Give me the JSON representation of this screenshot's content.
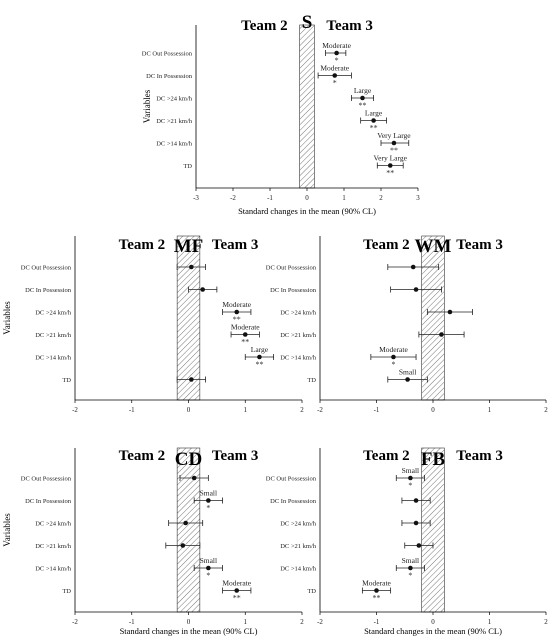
{
  "chart_data": [
    {
      "type": "forest",
      "panel_label": "S",
      "left_team": "Team 2",
      "right_team": "Team 3",
      "ylabel": "Variables",
      "xlabel": "Standard changes in the mean (90% CL)",
      "xlim": [
        -3,
        3
      ],
      "xticks": [
        -3,
        -2,
        -1,
        0,
        1,
        2,
        3
      ],
      "trivial_band": [
        -0.2,
        0.2
      ],
      "rows": [
        {
          "label": "DC Out Possession",
          "mean": 0.8,
          "lo": 0.5,
          "hi": 1.05,
          "effect": "Moderate",
          "sig": "*"
        },
        {
          "label": "DC In Possession",
          "mean": 0.75,
          "lo": 0.3,
          "hi": 1.2,
          "effect": "Moderate",
          "sig": "*"
        },
        {
          "label": "DC >24 km/h",
          "mean": 1.5,
          "lo": 1.2,
          "hi": 1.8,
          "effect": "Large",
          "sig": "**"
        },
        {
          "label": "DC >21 km/h",
          "mean": 1.8,
          "lo": 1.45,
          "hi": 2.15,
          "effect": "Large",
          "sig": "**"
        },
        {
          "label": "DC >14 km/h",
          "mean": 2.35,
          "lo": 2.0,
          "hi": 2.75,
          "effect": "Very Large",
          "sig": "**"
        },
        {
          "label": "TD",
          "mean": 2.25,
          "lo": 1.9,
          "hi": 2.6,
          "effect": "Very Large",
          "sig": "**"
        }
      ]
    },
    {
      "type": "forest",
      "panel_label": "MF",
      "left_team": "Team 2",
      "right_team": "Team 3",
      "ylabel": "Variables",
      "xlabel": "",
      "xlim": [
        -2,
        2
      ],
      "xticks": [
        -2,
        -1,
        0,
        1,
        2
      ],
      "trivial_band": [
        -0.2,
        0.2
      ],
      "rows": [
        {
          "label": "DC Out Possession",
          "mean": 0.05,
          "lo": -0.2,
          "hi": 0.3,
          "effect": "",
          "sig": ""
        },
        {
          "label": "DC In Possession",
          "mean": 0.25,
          "lo": 0.0,
          "hi": 0.5,
          "effect": "",
          "sig": ""
        },
        {
          "label": "DC >24 km/h",
          "mean": 0.85,
          "lo": 0.6,
          "hi": 1.1,
          "effect": "Moderate",
          "sig": "**"
        },
        {
          "label": "DC >21 km/h",
          "mean": 1.0,
          "lo": 0.75,
          "hi": 1.25,
          "effect": "Moderate",
          "sig": "**"
        },
        {
          "label": "DC >14 km/h",
          "mean": 1.25,
          "lo": 1.0,
          "hi": 1.5,
          "effect": "Large",
          "sig": "**"
        },
        {
          "label": "TD",
          "mean": 0.05,
          "lo": -0.2,
          "hi": 0.3,
          "effect": "",
          "sig": ""
        }
      ]
    },
    {
      "type": "forest",
      "panel_label": "WM",
      "left_team": "Team 2",
      "right_team": "Team 3",
      "ylabel": "",
      "xlabel": "",
      "xlim": [
        -2,
        2
      ],
      "xticks": [
        -2,
        -1,
        0,
        1,
        2
      ],
      "trivial_band": [
        -0.2,
        0.2
      ],
      "rows": [
        {
          "label": "DC Out Possession",
          "mean": -0.35,
          "lo": -0.8,
          "hi": 0.1,
          "effect": "",
          "sig": ""
        },
        {
          "label": "DC In Possession",
          "mean": -0.3,
          "lo": -0.75,
          "hi": 0.15,
          "effect": "",
          "sig": ""
        },
        {
          "label": "DC >24 km/h",
          "mean": 0.3,
          "lo": -0.1,
          "hi": 0.7,
          "effect": "",
          "sig": ""
        },
        {
          "label": "DC >21 km/h",
          "mean": 0.15,
          "lo": -0.25,
          "hi": 0.55,
          "effect": "",
          "sig": ""
        },
        {
          "label": "DC >14 km/h",
          "mean": -0.7,
          "lo": -1.1,
          "hi": -0.3,
          "effect": "Moderate",
          "sig": "*"
        },
        {
          "label": "TD",
          "mean": -0.45,
          "lo": -0.8,
          "hi": -0.1,
          "effect": "Small",
          "sig": ""
        }
      ]
    },
    {
      "type": "forest",
      "panel_label": "CD",
      "left_team": "Team 2",
      "right_team": "Team 3",
      "ylabel": "Variables",
      "xlabel": "Standard changes in the mean (90% CL)",
      "xlim": [
        -2,
        2
      ],
      "xticks": [
        -2,
        -1,
        0,
        1,
        2
      ],
      "trivial_band": [
        -0.2,
        0.2
      ],
      "rows": [
        {
          "label": "DC Out Possession",
          "mean": 0.1,
          "lo": -0.15,
          "hi": 0.35,
          "effect": "",
          "sig": ""
        },
        {
          "label": "DC In Possession",
          "mean": 0.35,
          "lo": 0.1,
          "hi": 0.6,
          "effect": "Small",
          "sig": "*"
        },
        {
          "label": "DC >24 km/h",
          "mean": -0.05,
          "lo": -0.35,
          "hi": 0.25,
          "effect": "",
          "sig": ""
        },
        {
          "label": "DC >21 km/h",
          "mean": -0.1,
          "lo": -0.4,
          "hi": 0.2,
          "effect": "",
          "sig": ""
        },
        {
          "label": "DC >14 km/h",
          "mean": 0.35,
          "lo": 0.1,
          "hi": 0.6,
          "effect": "Small",
          "sig": "*"
        },
        {
          "label": "TD",
          "mean": 0.85,
          "lo": 0.6,
          "hi": 1.1,
          "effect": "Moderate",
          "sig": "**"
        }
      ]
    },
    {
      "type": "forest",
      "panel_label": "FB",
      "left_team": "Team 2",
      "right_team": "Team 3",
      "ylabel": "",
      "xlabel": "Standard changes in the mean (90% CL)",
      "xlim": [
        -2,
        2
      ],
      "xticks": [
        -2,
        -1,
        0,
        1,
        2
      ],
      "trivial_band": [
        -0.2,
        0.2
      ],
      "rows": [
        {
          "label": "DC Out Possession",
          "mean": -0.4,
          "lo": -0.65,
          "hi": -0.15,
          "effect": "Small",
          "sig": "*"
        },
        {
          "label": "DC In Possession",
          "mean": -0.3,
          "lo": -0.55,
          "hi": -0.05,
          "effect": "",
          "sig": ""
        },
        {
          "label": "DC >24 km/h",
          "mean": -0.3,
          "lo": -0.55,
          "hi": -0.05,
          "effect": "",
          "sig": ""
        },
        {
          "label": "DC >21 km/h",
          "mean": -0.25,
          "lo": -0.5,
          "hi": 0.0,
          "effect": "",
          "sig": ""
        },
        {
          "label": "DC >14 km/h",
          "mean": -0.4,
          "lo": -0.65,
          "hi": -0.15,
          "effect": "Small",
          "sig": "*"
        },
        {
          "label": "TD",
          "mean": -1.0,
          "lo": -1.25,
          "hi": -0.75,
          "effect": "Moderate",
          "sig": "**"
        }
      ]
    }
  ]
}
